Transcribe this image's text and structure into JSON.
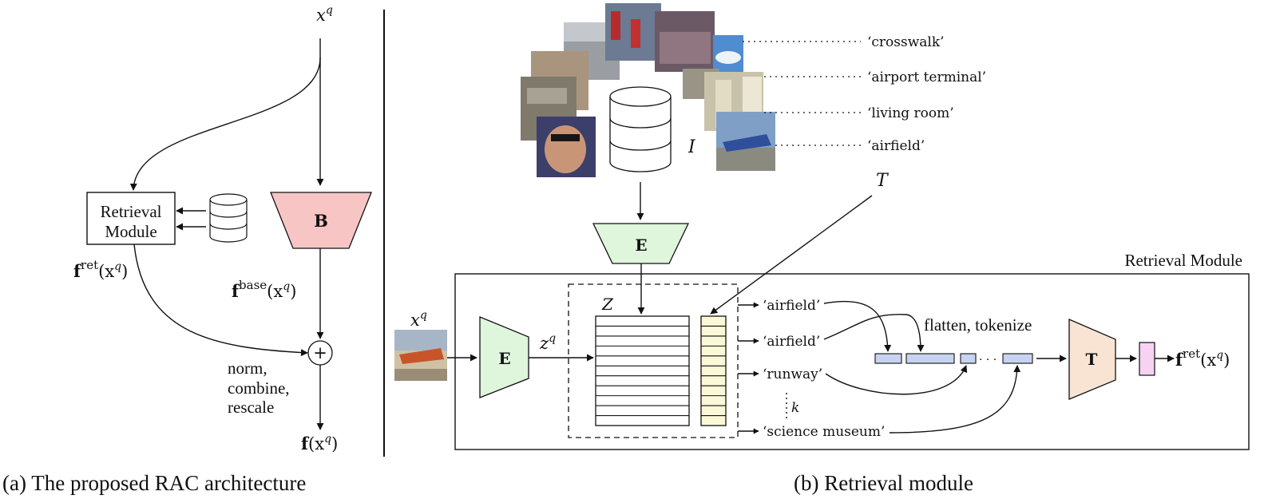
{
  "left_panel": {
    "input_label": "x",
    "input_sup": "q",
    "retrieval_module_line1": "Retrieval",
    "retrieval_module_line2": "Module",
    "base_encoder": "B",
    "f_ret_main": "f",
    "f_ret_sup": "ret",
    "f_ret_arg": "(x",
    "f_ret_arg_sup": "q",
    "f_ret_close": ")",
    "f_base_main": "f",
    "f_base_sup": "base",
    "f_base_arg": "(x",
    "f_base_arg_sup": "q",
    "f_base_close": ")",
    "combine_symbol": "+",
    "combine_note_1": "norm,",
    "combine_note_2": "combine,",
    "combine_note_3": "rescale",
    "output_main": "f",
    "output_arg": "(x",
    "output_arg_sup": "q",
    "output_close": ")",
    "caption": "(a) The proposed RAC architecture"
  },
  "right_panel": {
    "image_set_symbol": "I",
    "text_set_symbol": "T",
    "top_labels": [
      "‘crosswalk’",
      "‘airport terminal’",
      "‘living room’",
      "‘airfield’"
    ],
    "encoder_top": "E",
    "module_title": "Retrieval Module",
    "query_label": "x",
    "query_sup": "q",
    "encoder_query": "E",
    "embedding_label": "z",
    "embedding_sup": "q",
    "memory_symbol": "Z",
    "retrieved_labels": [
      "‘airfield’",
      "‘airfield’",
      "‘runway’",
      "‘science museum’"
    ],
    "k_label": "k",
    "flatten_label": "flatten, tokenize",
    "token_dots": "· · ·",
    "transformer": "T",
    "out_main": "f",
    "out_sup": "ret",
    "out_arg": "(x",
    "out_arg_sup": "q",
    "out_close": ")",
    "caption": "(b) Retrieval module"
  },
  "colors": {
    "base_encoder_fill": "#f8c5c5",
    "encoder_fill": "#dff5dc",
    "text_memory_fill": "#fbf8d7",
    "token_fill": "#c8d3f2",
    "transformer_fill": "#f9e4d3",
    "output_token_fill": "#f7d2f2"
  }
}
